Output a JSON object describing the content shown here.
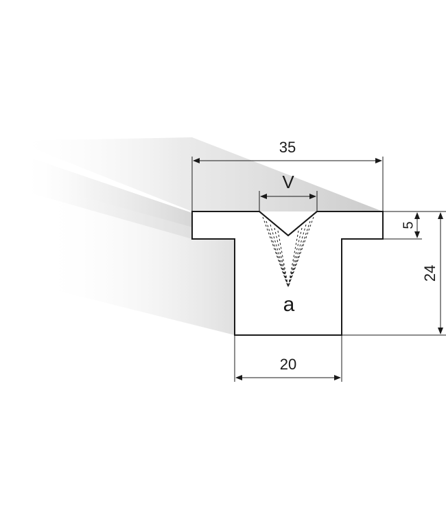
{
  "drawing": {
    "dimensions": {
      "overall_width": "35",
      "groove_width": "V",
      "flange_thickness": "5",
      "overall_height": "24",
      "stem_width": "20"
    },
    "labels": {
      "groove_angle": "a"
    },
    "colors": {
      "outline": "#1a1a1a",
      "profile_fill": "#ffffff",
      "extrusion_shadow": "#cfcfcf",
      "dimension_line": "#1a1a1a"
    }
  }
}
